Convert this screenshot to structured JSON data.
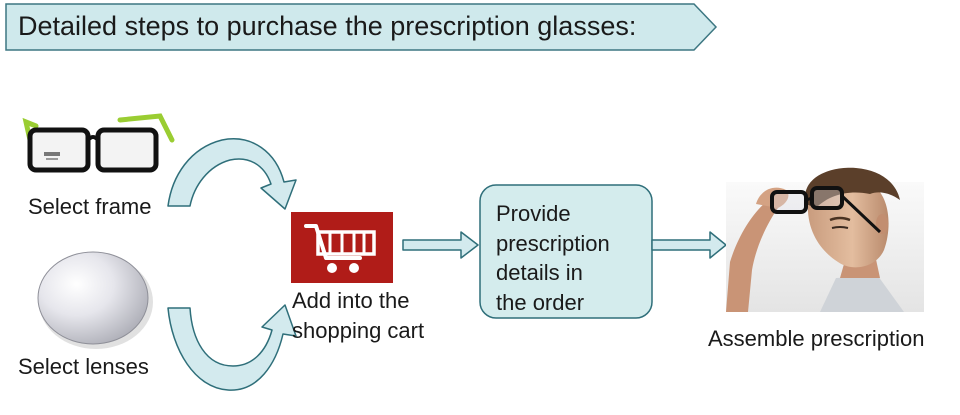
{
  "title": "Detailed steps to purchase the prescription glasses:",
  "steps": {
    "select_frame": "Select frame",
    "select_lenses": "Select lenses",
    "cart_line_1": "Add into the",
    "cart_line_2": "shopping cart",
    "provide_lines": [
      "Provide",
      "prescription",
      "details in",
      "the order"
    ],
    "assemble": "Assemble prescription"
  },
  "colors": {
    "banner_fill": "#cfe9ec",
    "banner_stroke": "#3d7782",
    "box_fill": "#d4eced",
    "cart_red": "#b01c18",
    "arrow_fill": "#d3eaee",
    "arrow_stroke": "#2f6f7a"
  },
  "icons": {
    "frame": "eyeglasses-frame-icon",
    "lens": "lens-disc-icon",
    "cart": "shopping-cart-icon",
    "person": "man-with-glasses-photo"
  }
}
